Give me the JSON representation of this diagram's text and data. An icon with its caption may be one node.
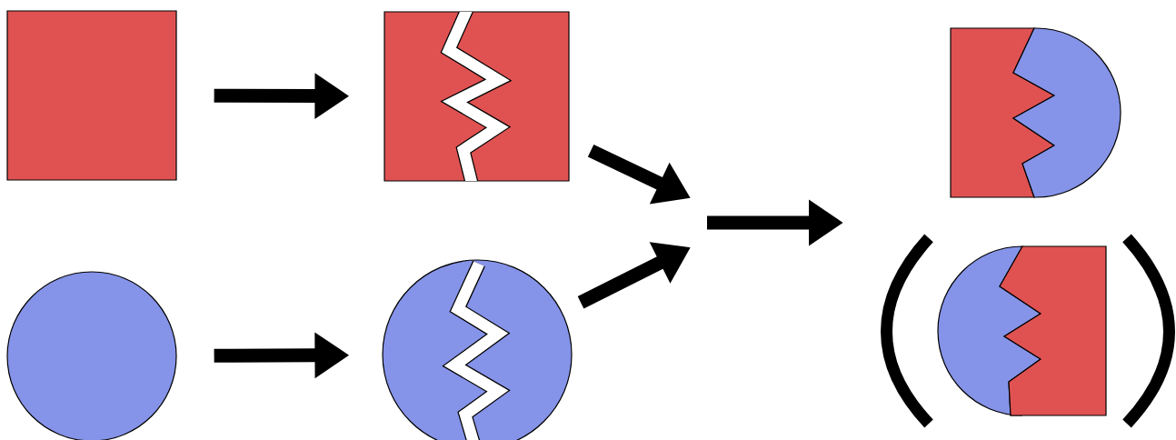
{
  "diagram": {
    "nodes": [
      {
        "text": [],
        "shape": "box"
      },
      {
        "text": [],
        "shape": "box"
      },
      {
        "text": [],
        "shape": "circle"
      },
      {
        "text": [],
        "shape": "circle"
      },
      {
        "text": [],
        "shape": "box"
      },
      {
        "text": [],
        "shape": "box"
      }
    ],
    "edges": [
      {
        "from": 0,
        "to": 1,
        "arrow": "to"
      },
      {
        "from": 2,
        "to": 3,
        "arrow": "to"
      },
      {
        "from": 1,
        "to": null,
        "arrow": "to"
      },
      {
        "from": 3,
        "to": null,
        "arrow": "to"
      }
    ]
  }
}
